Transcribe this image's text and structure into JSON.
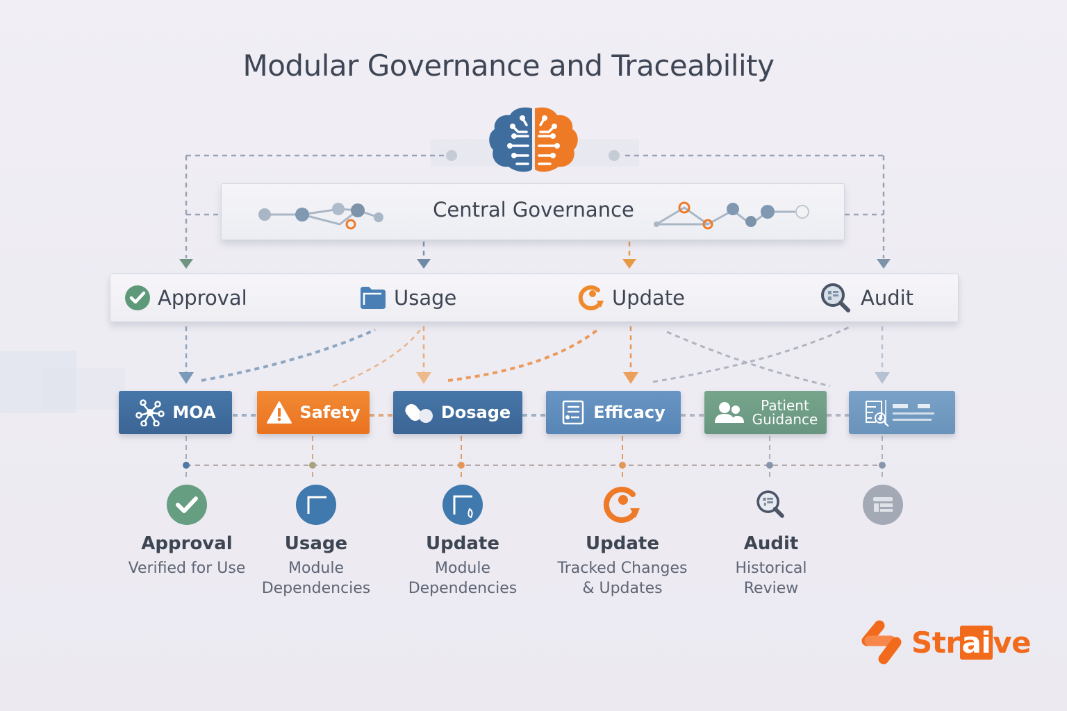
{
  "title": "Modular Governance and Traceability",
  "central": {
    "label": "Central Governance",
    "icon": "brain-circuit-icon"
  },
  "process": {
    "steps": [
      {
        "label": "Approval",
        "icon": "check-circle-icon",
        "color": "#5e9a7a"
      },
      {
        "label": "Usage",
        "icon": "folder-icon",
        "color": "#4a7fb5"
      },
      {
        "label": "Update",
        "icon": "refresh-icon",
        "color": "#ee8a2c"
      },
      {
        "label": "Audit",
        "icon": "magnifier-icon",
        "color": "#4b5567"
      }
    ]
  },
  "modules": [
    {
      "label": "MOA",
      "icon": "network-icon",
      "color": "#3f6d9e"
    },
    {
      "label": "Safety",
      "icon": "warning-icon",
      "color": "#ee7a28"
    },
    {
      "label": "Dosage",
      "icon": "pill-icon",
      "color": "#3f6d9e"
    },
    {
      "label": "Efficacy",
      "icon": "document-list-icon",
      "color": "#5f8fbf"
    },
    {
      "label_line1": "Patient",
      "label_line2": "Guidance",
      "icon": "people-icon",
      "color": "#6f9c83"
    },
    {
      "label": "",
      "icon": "document-search-icon",
      "color": "#6e98bf"
    }
  ],
  "outcomes": [
    {
      "title": "Approval",
      "desc_line1": "Verified for Use",
      "desc_line2": "",
      "icon": "check-circle-icon",
      "color": "#5e9a7a"
    },
    {
      "title": "Usage",
      "desc_line1": "Module",
      "desc_line2": "Dependencies",
      "icon": "folder-icon",
      "color": "#3f79ad"
    },
    {
      "title": "Update",
      "desc_line1": "Module",
      "desc_line2": "Dependencies",
      "icon": "folder-edit-icon",
      "color": "#3f79ad"
    },
    {
      "title": "Update",
      "desc_line1": "Tracked Changes",
      "desc_line2": "& Updates",
      "icon": "refresh-icon",
      "color": "#ee7a28"
    },
    {
      "title": "Audit",
      "desc_line1": "Historical",
      "desc_line2": "Review",
      "icon": "magnifier-icon",
      "color": "#4b5567"
    },
    {
      "title": "",
      "desc_line1": "",
      "desc_line2": "",
      "icon": "list-icon",
      "color": "#9aa2ae"
    }
  ],
  "logo": {
    "prefix": "Str",
    "highlight": "ai",
    "suffix": "ve",
    "color": "#f26a1b"
  }
}
